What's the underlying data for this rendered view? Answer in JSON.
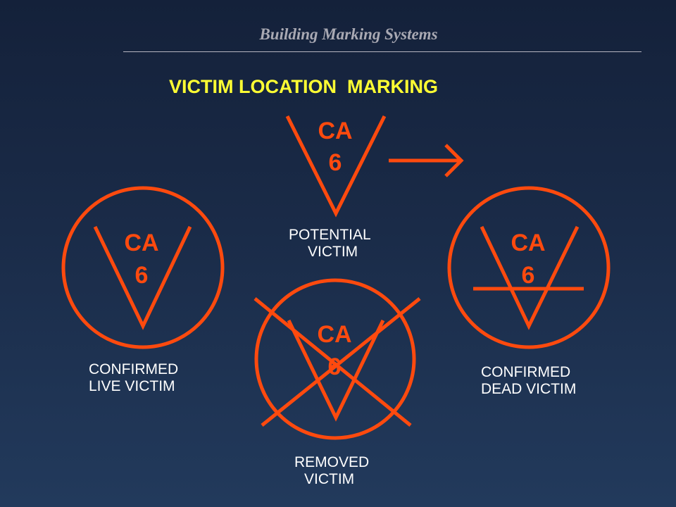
{
  "slide": {
    "title": "Building Marking Systems",
    "heading": "VICTIM LOCATION  MARKING"
  },
  "mark": {
    "agency": "CA",
    "number": "6",
    "color": "#ff4a0e"
  },
  "markings": [
    {
      "id": "potential",
      "caption": [
        "POTENTIAL",
        "VICTIM"
      ]
    },
    {
      "id": "confirmed-live",
      "caption": [
        "CONFIRMED",
        "LIVE VICTIM"
      ]
    },
    {
      "id": "removed",
      "caption": [
        "REMOVED",
        "VICTIM"
      ]
    },
    {
      "id": "confirmed-dead",
      "caption": [
        "CONFIRMED",
        "DEAD VICTIM"
      ]
    }
  ],
  "colors": {
    "background_top": "#14213a",
    "background_bottom": "#223a5c",
    "heading": "#ffff33",
    "caption": "#ffffff"
  }
}
